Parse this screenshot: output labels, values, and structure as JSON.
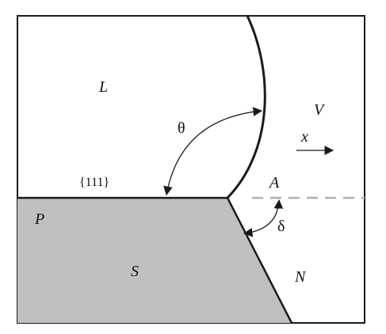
{
  "diagram": {
    "labels": {
      "liquid": "L",
      "vapor": "V",
      "solid": "S",
      "region_p": "P",
      "region_n": "N",
      "region_a": "A",
      "theta": "θ",
      "delta": "δ",
      "facet": "{111}",
      "direction": "x"
    },
    "colors": {
      "solid_fill": "#c0c0c3",
      "line": "#1a1a1a",
      "dashed_line": "#b0b0b0",
      "background": "#ffffff"
    }
  }
}
